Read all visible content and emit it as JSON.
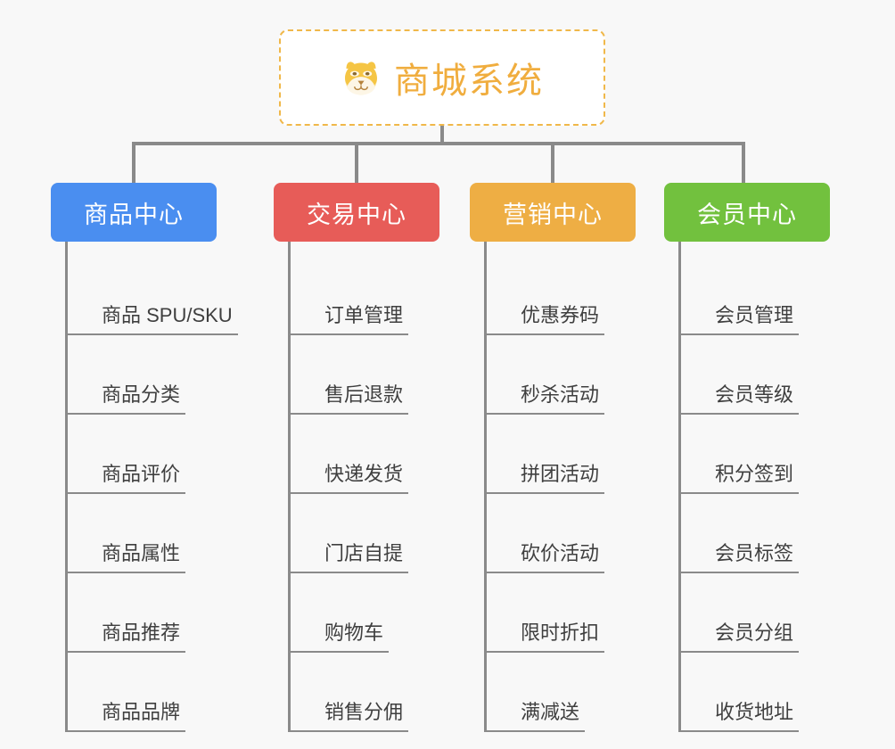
{
  "diagram": {
    "type": "mindmap-tree",
    "background_color": "#f8f8f8",
    "connector_color": "#8a8a8a",
    "root": {
      "icon": "shiba-dog-face-icon",
      "title": "商城系统",
      "text_color": "#f0ad3e",
      "border_color": "#f0b84a",
      "border_style": "dashed",
      "background_color": "#ffffff"
    },
    "branches": [
      {
        "label": "商品中心",
        "color": "#4a8ef0",
        "items": [
          "商品 SPU/SKU",
          "商品分类",
          "商品评价",
          "商品属性",
          "商品推荐",
          "商品品牌"
        ]
      },
      {
        "label": "交易中心",
        "color": "#e75c58",
        "items": [
          "订单管理",
          "售后退款",
          "快递发货",
          "门店自提",
          "购物车",
          "销售分佣"
        ]
      },
      {
        "label": "营销中心",
        "color": "#eeae44",
        "items": [
          "优惠券码",
          "秒杀活动",
          "拼团活动",
          "砍价活动",
          "限时折扣",
          "满减送"
        ]
      },
      {
        "label": "会员中心",
        "color": "#72c13e",
        "items": [
          "会员管理",
          "会员等级",
          "积分签到",
          "会员标签",
          "会员分组",
          "收货地址"
        ]
      }
    ]
  }
}
